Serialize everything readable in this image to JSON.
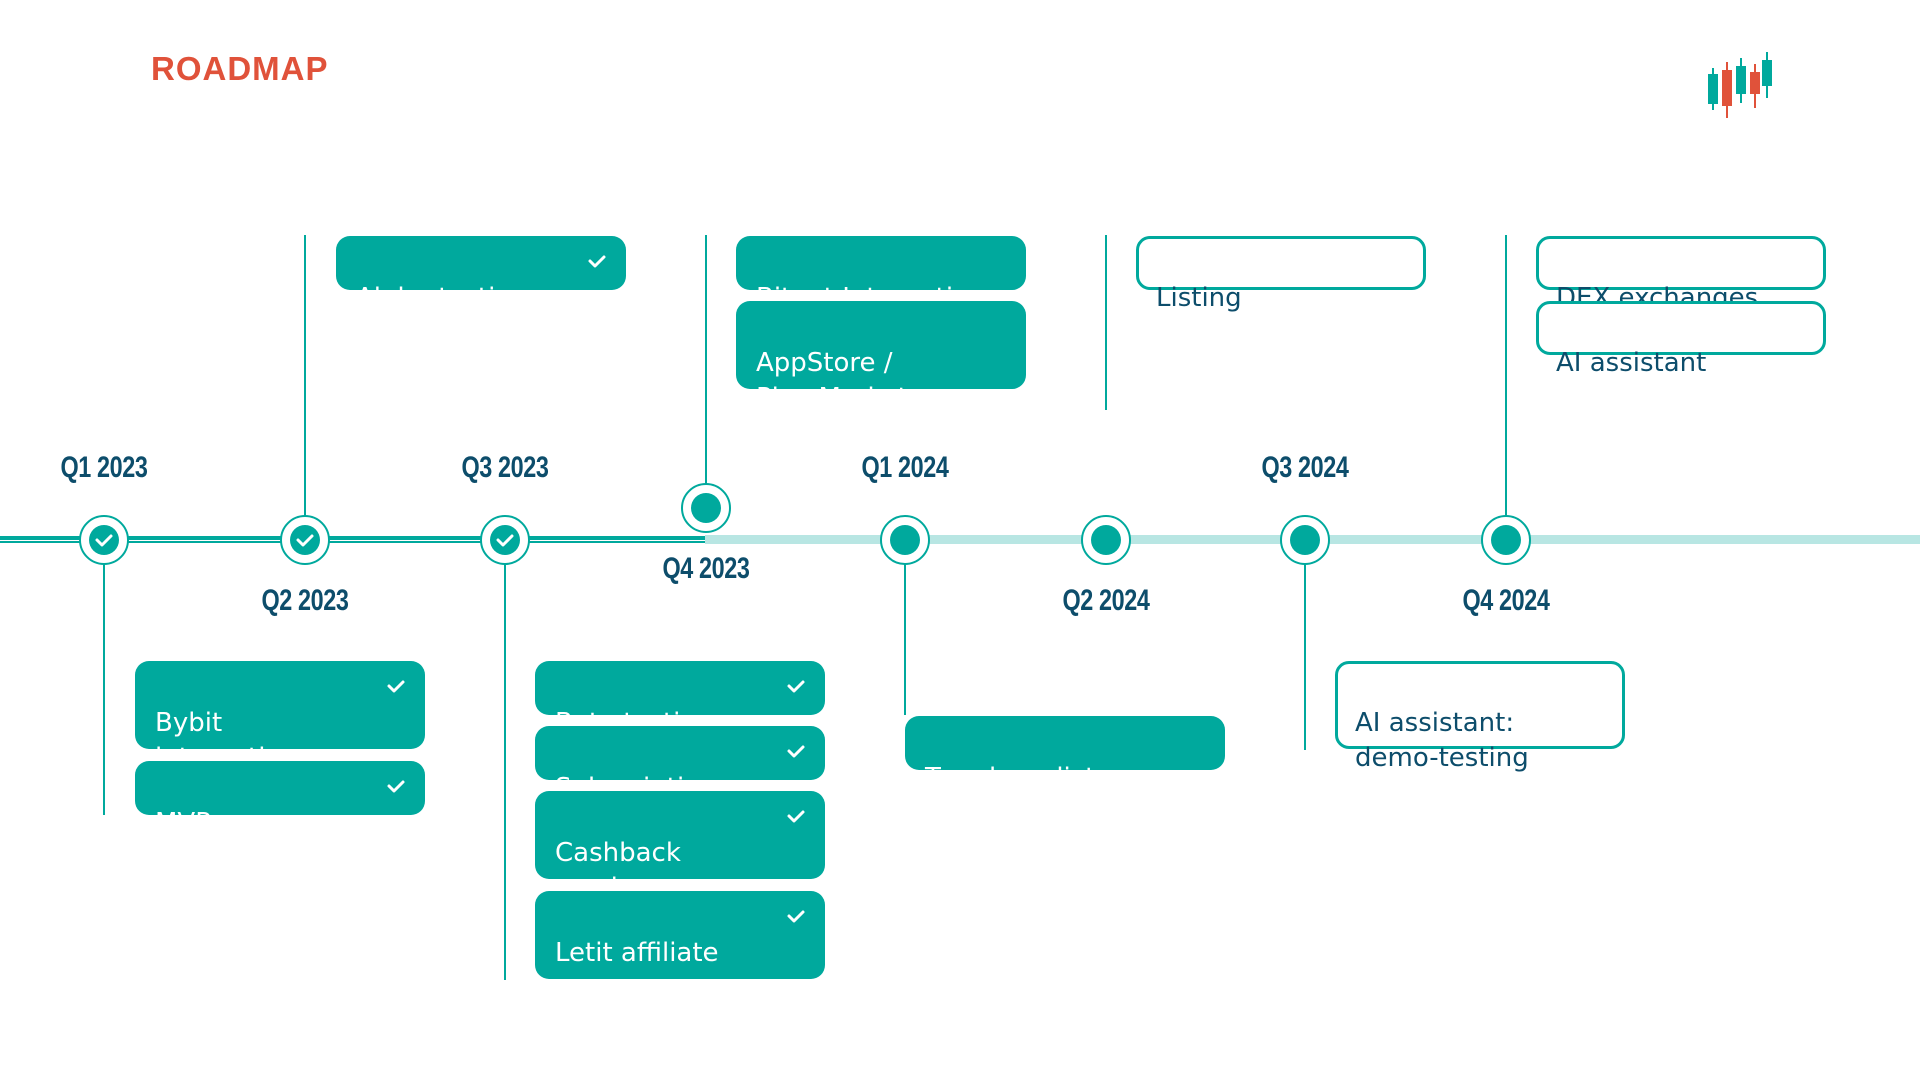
{
  "header": {
    "title": "ROADMAP",
    "logo_icon": "letit-candlestick-logo"
  },
  "colors": {
    "accent": "#00a99d",
    "track_light": "#b8e6e3",
    "title": "#e0523a",
    "label": "#0d4d6b"
  },
  "quarters": [
    {
      "label": "Q1 2023",
      "status": "done"
    },
    {
      "label": "Q2 2023",
      "status": "done"
    },
    {
      "label": "Q3 2023",
      "status": "done"
    },
    {
      "label": "Q4 2023",
      "status": "current"
    },
    {
      "label": "Q1 2024",
      "status": "planned"
    },
    {
      "label": "Q2 2024",
      "status": "planned"
    },
    {
      "label": "Q3 2024",
      "status": "planned"
    },
    {
      "label": "Q4 2024",
      "status": "planned"
    }
  ],
  "cards": {
    "alpha": {
      "label": "Alpha testing",
      "done": true
    },
    "bybit": {
      "label": "Bybit\nintegration",
      "done": true
    },
    "mvp": {
      "label": "MVP",
      "done": true
    },
    "beta": {
      "label": "Beta testing",
      "done": true
    },
    "subscription": {
      "label": "Subscription",
      "done": true
    },
    "cashback": {
      "label": "Cashback\nservice",
      "done": true
    },
    "affiliate": {
      "label": "Letit affiliate\nprogram",
      "done": true
    },
    "bitget": {
      "label": "Bitget Integration",
      "done": false
    },
    "appstore": {
      "label": "AppStore /\nPlay Market",
      "done": false
    },
    "trend": {
      "label": "Trend predictor",
      "done": false
    },
    "listing": {
      "label": "Listing",
      "done": false
    },
    "ai_demo": {
      "label": "AI assistant:\ndemo-testing",
      "done": false
    },
    "dex": {
      "label": "DEX exchanges",
      "done": false
    },
    "ai": {
      "label": "AI assistant",
      "done": false
    }
  }
}
